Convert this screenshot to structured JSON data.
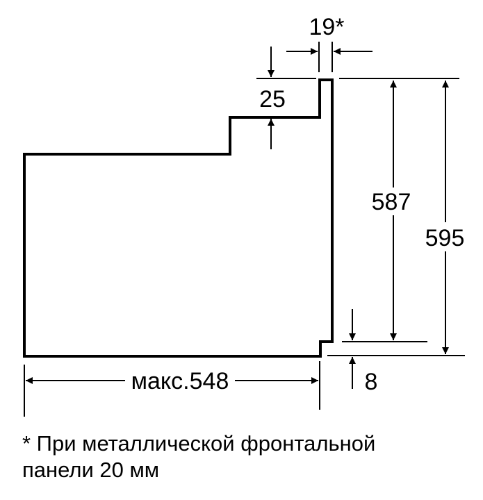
{
  "dimensions": {
    "top_gap": "19*",
    "step_height": "25",
    "inner_height": "587",
    "total_height": "595",
    "bottom_offset": "8",
    "depth": "макс.548"
  },
  "footnote": {
    "line1": "* При металлической фронтальной",
    "line2": "панели 20 мм"
  }
}
